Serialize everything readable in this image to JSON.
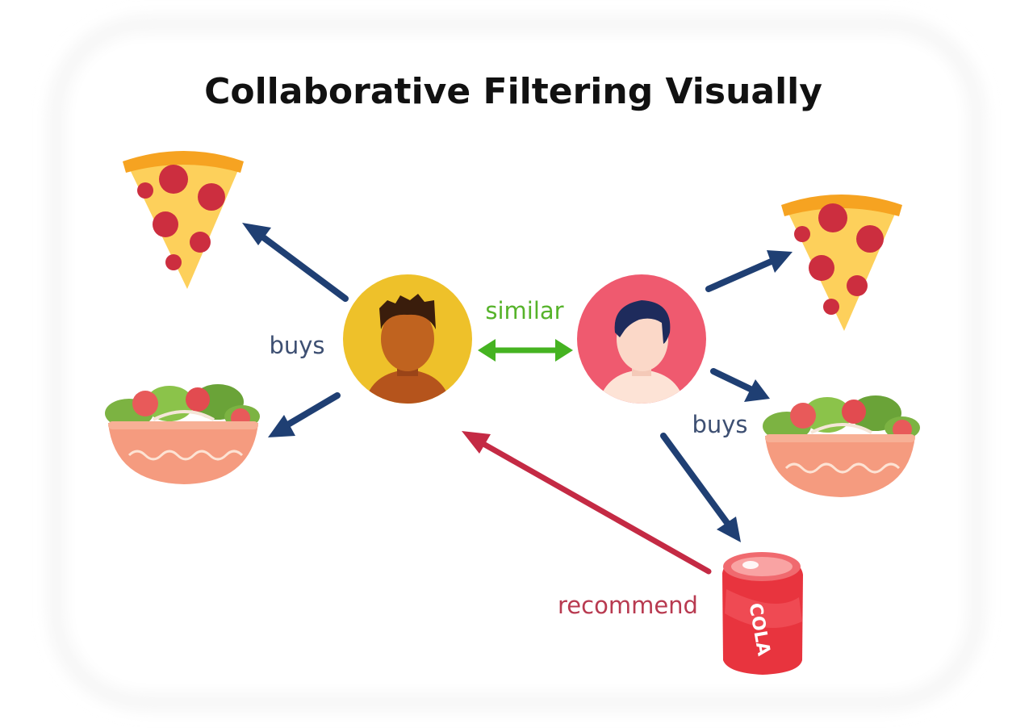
{
  "diagram": {
    "title": "Collaborative Filtering Visually",
    "labels": {
      "similar": "similar",
      "buys_left": "buys",
      "buys_right": "buys",
      "recommend": "recommend",
      "can_text": "COLA"
    },
    "colors": {
      "buys_arrow": "#1f3f73",
      "similar_arrow": "#45b321",
      "recommend_arrow": "#c42a44",
      "label_buys": "#3d4f72",
      "label_similar": "#56b32a",
      "label_recommend": "#b83a50",
      "user_left_circle": "#eec12a",
      "user_right_circle": "#ef5a6f",
      "pizza_crust": "#f6a321",
      "pizza_cheese": "#fdd05b",
      "pepperoni": "#cc2e3f",
      "bowl": "#f59b7f",
      "can": "#e8343e"
    },
    "icons": [
      "pizza-icon",
      "salad-bowl-icon",
      "user-avatar-icon",
      "cola-can-icon"
    ]
  }
}
